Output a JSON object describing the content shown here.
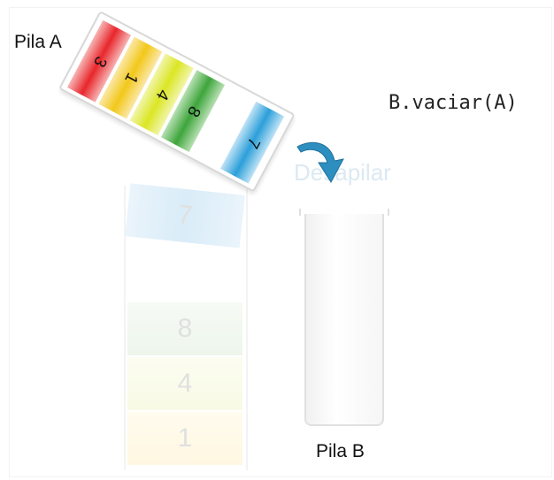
{
  "stack_a": {
    "label": "Pila A",
    "cells": [
      {
        "value": "3",
        "color": "#e8262b"
      },
      {
        "value": "1",
        "color": "#f2c81a"
      },
      {
        "value": "4",
        "color": "#dbe624"
      },
      {
        "value": "8",
        "color": "#3ea53b"
      },
      {
        "value": "",
        "color": "#ffffff"
      },
      {
        "value": "7",
        "color": "#2c9fd9"
      }
    ]
  },
  "operation": "B.vaciar(A)",
  "ghost_label": "Desapilar",
  "ghost_stack": [
    "7",
    "8",
    "4",
    "1"
  ],
  "stack_b": {
    "label": "Pila B"
  },
  "colors": {
    "arrow": "#2d8fc0"
  }
}
